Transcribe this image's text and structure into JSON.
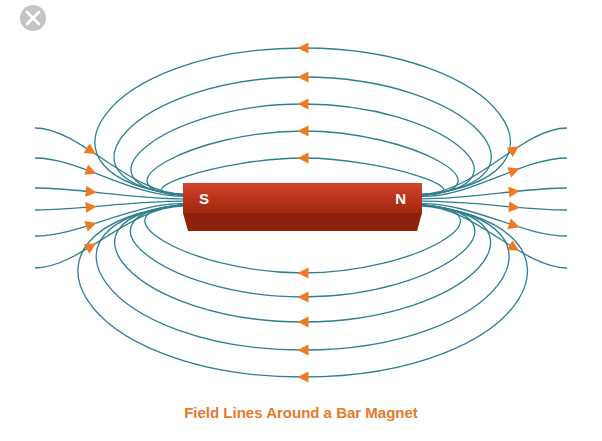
{
  "diagram": {
    "caption": "Field Lines Around a Bar Magnet",
    "nodes": [
      {
        "text": [
          "S",
          "N"
        ]
      }
    ]
  }
}
